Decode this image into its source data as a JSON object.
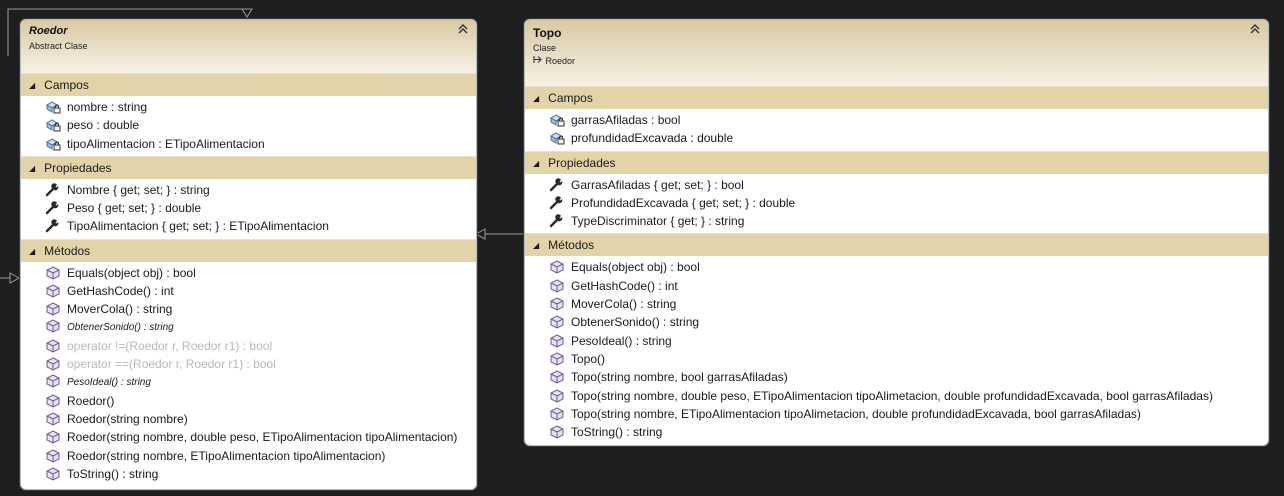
{
  "classes": {
    "roedor": {
      "name": "Roedor",
      "kind": "Abstract Clase",
      "fields_label": "Campos",
      "fields": [
        "nombre : string",
        "peso : double",
        "tipoAlimentacion : ETipoAlimentacion"
      ],
      "properties_label": "Propiedades",
      "properties": [
        "Nombre { get; set; } : string",
        "Peso { get; set; } : double",
        "TipoAlimentacion { get; set; } : ETipoAlimentacion"
      ],
      "methods_label": "Métodos",
      "methods": [
        "Equals(object obj) : bool",
        "GetHashCode() : int",
        "MoverCola() : string",
        "ObtenerSonido() : string",
        "operator !=(Roedor r, Roedor r1) : bool",
        "operator ==(Roedor r, Roedor r1) : bool",
        "PesoIdeal() : string",
        "Roedor()",
        "Roedor(string nombre)",
        "Roedor(string nombre, double peso, ETipoAlimentacion tipoAlimentacion)",
        "Roedor(string nombre, ETipoAlimentacion tipoAlimentacion)",
        "ToString() : string"
      ]
    },
    "topo": {
      "name": "Topo",
      "kind": "Clase",
      "base": "Roedor",
      "fields_label": "Campos",
      "fields": [
        "garrasAfiladas : bool",
        "profundidadExcavada : double"
      ],
      "properties_label": "Propiedades",
      "properties": [
        "GarrasAfiladas { get; set; } : bool",
        "ProfundidadExcavada { get; set; } : double",
        "TypeDiscriminator { get; } : string"
      ],
      "methods_label": "Métodos",
      "methods": [
        "Equals(object obj) : bool",
        "GetHashCode() : int",
        "MoverCola() : string",
        "ObtenerSonido() : string",
        "PesoIdeal() : string",
        "Topo()",
        "Topo(string nombre, bool garrasAfiladas)",
        "Topo(string nombre, double peso, ETipoAlimentacion tipoAlimetacion, double profundidadExcavada, bool garrasAfiladas)",
        "Topo(string nombre, ETipoAlimentacion tipoAlimetacion, double profundidadExcavada, bool garrasAfiladas)",
        "ToString() : string"
      ]
    }
  },
  "colors": {
    "background": "#1e1e1e",
    "header_gradient_top": "#d9c9a3",
    "section_header": "#e2d3a8"
  },
  "icons": {
    "field": "field-lock-icon",
    "property": "wrench-icon",
    "method": "method-cube-icon",
    "collapse": "double-chevron-up-icon",
    "section": "triangle-down-icon",
    "inherit": "inherit-arrow-icon"
  }
}
